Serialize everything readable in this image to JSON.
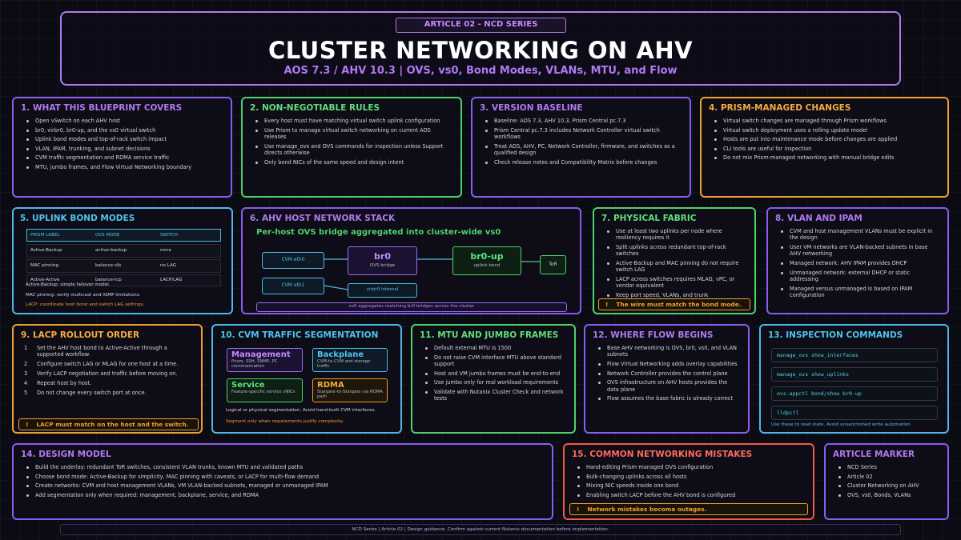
{
  "colors": {
    "purple": "#9b6cf0",
    "green": "#4fd16a",
    "orange": "#f0a030",
    "cyan": "#4fb8e8",
    "red": "#f05a4a",
    "violet_text": "#c58aff",
    "warn": "#f0a030"
  },
  "header": {
    "badge": "ARTICLE 02 - NCD SERIES",
    "title": "CLUSTER NETWORKING ON AHV",
    "subtitle": "AOS 7.3 / AHV 10.3 | OVS, vs0, Bond Modes, VLANs, MTU, and Flow"
  },
  "p1": {
    "title": "1. WHAT THIS BLUEPRINT COVERS",
    "items": [
      "Open vSwitch on each AHV host",
      "br0, virbr0, br0-up, and the vs0 virtual switch",
      "Uplink bond modes and top-of-rack switch impact",
      "VLAN, IPAM, trunking, and subnet decisions",
      "CVM traffic segmentation and RDMA service traffic",
      "MTU, jumbo frames, and Flow Virtual Networking boundary"
    ]
  },
  "p2": {
    "title": "2. NON-NEGOTIABLE RULES",
    "items": [
      "Every host must have matching virtual switch uplink configuration",
      "Use Prism to manage virtual switch networking on current AOS releases",
      "Use manage_ovs and OVS commands for inspection unless Support directs otherwise",
      "Only bond NICs of the same speed and design intent"
    ]
  },
  "p3": {
    "title": "3. VERSION BASELINE",
    "items": [
      "Baseline: AOS 7.3, AHV 10.3, Prism Central pc.7.3",
      "Prism Central pc.7.3 includes Network Controller virtual switch workflows",
      "Treat AOS, AHV, PC, Network Controller, firmware, and switches as a qualified design",
      "Check release notes and Compatibility Matrix before changes"
    ]
  },
  "p4": {
    "title": "4. PRISM-MANAGED CHANGES",
    "items": [
      "Virtual switch changes are managed through Prism workflows",
      "Virtual switch deployment uses a rolling update model",
      "Hosts are put into maintenance mode before changes are applied",
      "CLI tools are useful for inspection",
      "Do not mix Prism-managed networking with manual bridge edits"
    ]
  },
  "p5": {
    "title": "5. UPLINK BOND MODES",
    "headers": [
      "PRISM LABEL",
      "OVS MODE",
      "SWITCH"
    ],
    "rows": [
      [
        "Active-Backup",
        "active-backup",
        "none"
      ],
      [
        "MAC pinning",
        "balance-slb",
        "no LAG"
      ],
      [
        "Active-Active",
        "balance-tcp",
        "LACP/LAG"
      ]
    ],
    "notes": [
      "Active-Backup: simple failover model.",
      "MAC pinning: verify multicast and IGMP limitations."
    ],
    "warn_note": "LACP: coordinate host bond and switch LAG settings."
  },
  "p6": {
    "title": "6. AHV HOST NETWORK STACK",
    "subtitle": "Per-host OVS bridge aggregated into cluster-wide vs0",
    "cvm_eth0": "CVM eth0",
    "cvm_eth1": "CVM eth1",
    "br0": "br0",
    "br0_sub": "OVS bridge",
    "br0up": "br0-up",
    "br0up_sub": "uplink bond",
    "tor": "ToR",
    "virbr0": "virbr0 internal",
    "vs0_bar": "vs0 aggregates matching br0 bridges across the cluster"
  },
  "p7": {
    "title": "7. PHYSICAL FABRIC",
    "items": [
      "Use at least two uplinks per node where resiliency requires it",
      "Split uplinks across redundant top-of-rack switches",
      "Active-Backup and MAC pinning do not require switch LAG",
      "LACP across switches requires MLAG, vPC, or vendor equivalent",
      "Keep port speed, VLANs, and trunk"
    ],
    "warn": "The wire must match the bond mode."
  },
  "p8": {
    "title": "8. VLAN AND IPAM",
    "items": [
      "CVM and host management VLANs must be explicit in the design",
      "User VM networks are VLAN-backed subnets in base AHV networking",
      "Managed network: AHV IPAM provides DHCP",
      "Unmanaged network: external DHCP or static addressing",
      "Managed versus unmanaged is based on IPAM configuration"
    ]
  },
  "p9": {
    "title": "9. LACP ROLLOUT ORDER",
    "items": [
      "Set the AHV host bond to Active-Active through a supported workflow.",
      "Configure switch LAG or MLAG for one host at a time.",
      "Verify LACP negotiation and traffic before moving on.",
      "Repeat host by host.",
      "Do not change every switch port at once."
    ],
    "warn": "LACP must match on the host and the switch."
  },
  "p10": {
    "title": "10. CVM TRAFFIC SEGMENTATION",
    "segs": [
      {
        "t": "Management",
        "s": "Prism, SSH, SNMP, PC communication"
      },
      {
        "t": "Backplane",
        "s": "CVM-to-CVM and storage traffic"
      },
      {
        "t": "Service",
        "s": "Feature-specific service vNICs"
      },
      {
        "t": "RDMA",
        "s": "Stargate-to-Stargate via RDMA path"
      }
    ],
    "note1": "Logical or physical segmentation. Avoid hand-built CVM interfaces.",
    "note2": "Segment only when requirements justify complexity."
  },
  "p11": {
    "title": "11. MTU AND JUMBO FRAMES",
    "items": [
      "Default external MTU is 1500",
      "Do not raise CVM interface MTU above standard support",
      "Host and VM jumbo frames must be end-to-end",
      "Use jumbo only for real workload requirements",
      "Validate with Nutanix Cluster Check and network tests"
    ]
  },
  "p12": {
    "title": "12. WHERE FLOW BEGINS",
    "items": [
      "Base AHV networking is OVS, br0, vs0, and VLAN subnets",
      "Flow Virtual Networking adds overlay capabilities",
      "Network Controller provides the control plane",
      "OVS infrastructure on AHV hosts provides the data plane",
      "Flow assumes the base fabric is already correct"
    ]
  },
  "p13": {
    "title": "13. INSPECTION COMMANDS",
    "cmds": [
      "manage_ovs show_interfaces",
      "manage_ovs show_uplinks",
      "ovs-appctl bond/show br0-up",
      "lldpctl"
    ],
    "note": "Use these to read state. Avoid unsanctioned write automation."
  },
  "p14": {
    "title": "14. DESIGN MODEL",
    "items": [
      "Build the underlay: redundant ToR switches, consistent VLAN trunks, known MTU and validated paths",
      "Choose bond mode: Active-Backup for simplicity, MAC pinning with caveats, or LACP for multi-flow demand",
      "Create networks: CVM and host management VLANs, VM VLAN-backed subnets, managed or unmanaged IPAM",
      "Add segmentation only when required: management, backplane, service, and RDMA"
    ]
  },
  "p15": {
    "title": "15. COMMON NETWORKING MISTAKES",
    "items": [
      "Hand-editing Prism-managed OVS configuration",
      "Bulk-changing uplinks across all hosts",
      "Mixing NIC speeds inside one bond",
      "Enabling switch LACP before the AHV bond is configured"
    ],
    "warn": "Network mistakes become outages."
  },
  "p16": {
    "title": "ARTICLE MARKER",
    "items": [
      "NCD Series",
      "Article 02",
      "Cluster Networking on AHV",
      "OVS, vs0, Bonds, VLANs"
    ]
  },
  "footer": "NCD Series | Article 02 | Design guidance. Confirm against current Nutanix documentation before implementation."
}
